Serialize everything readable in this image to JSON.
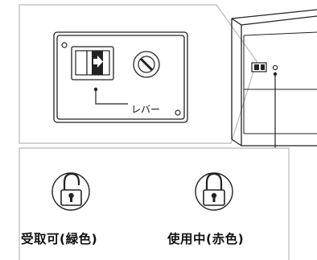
{
  "callout": {
    "lever_label": "レバー"
  },
  "states": [
    {
      "label": "受取可(緑色)",
      "icon": "unlocked-padlock-icon"
    },
    {
      "label": "使用中(赤色)",
      "icon": "locked-padlock-icon"
    }
  ],
  "colors": {
    "line": "#222222",
    "panel_border": "#b8b8b8",
    "lock_fill": "#111111"
  }
}
